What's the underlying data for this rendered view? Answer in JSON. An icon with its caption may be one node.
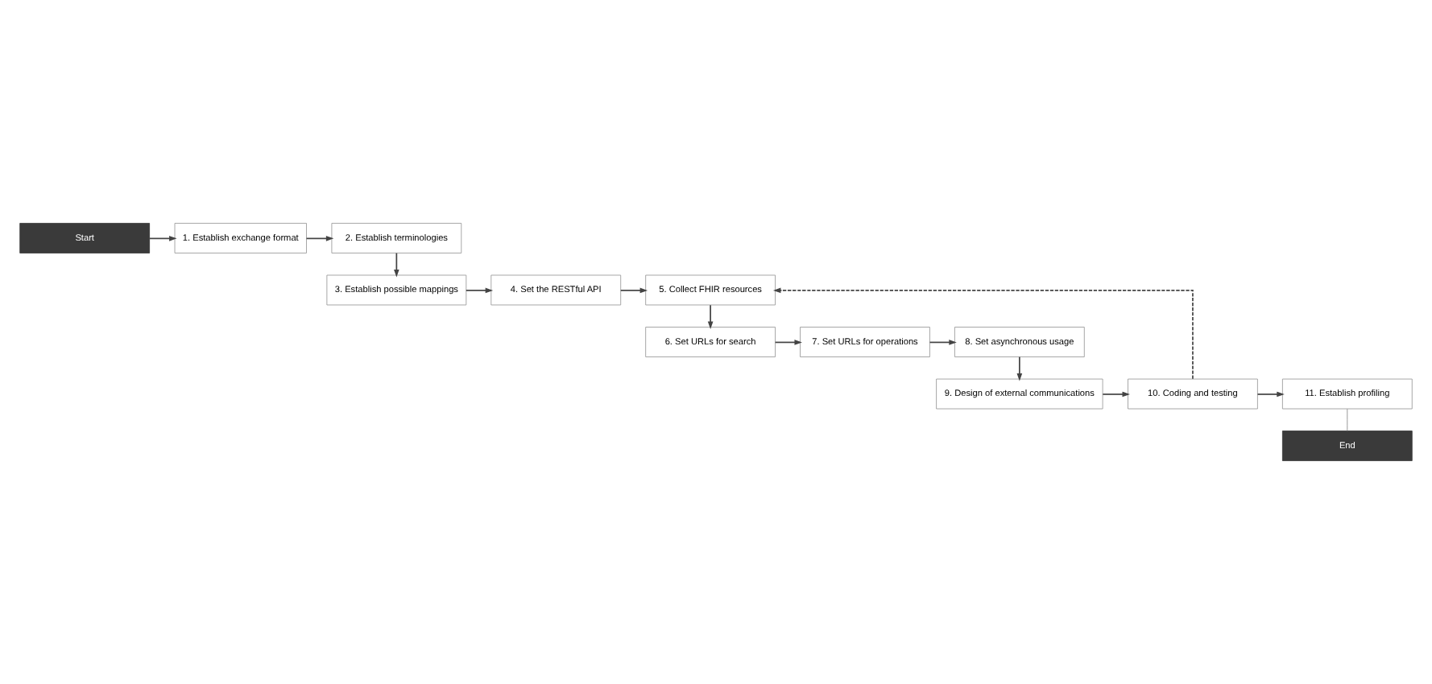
{
  "diagram": {
    "nodes": [
      {
        "text": [
          "Start"
        ]
      },
      {
        "text": [
          "1. Establish exchange format"
        ]
      },
      {
        "text": [
          "2. Establish terminologies"
        ]
      },
      {
        "text": [
          "3. Establish possible mappings"
        ]
      },
      {
        "text": [
          "4. Set the RESTful API"
        ]
      },
      {
        "text": [
          "5. Collect FHIR resources"
        ]
      },
      {
        "text": [
          "6. Set URLs for search"
        ]
      },
      {
        "text": [
          "7. Set URLs for operations"
        ]
      },
      {
        "text": [
          "8. Set asynchronous usage"
        ]
      },
      {
        "text": [
          "9. Design of external communications"
        ]
      },
      {
        "text": [
          "10. Coding and testing"
        ]
      },
      {
        "text": [
          "11. Establish profiling"
        ]
      },
      {
        "text": [
          "End"
        ]
      }
    ],
    "edges": [
      {
        "from": 0,
        "to": 1,
        "arrow": "to"
      },
      {
        "from": 1,
        "to": 2,
        "arrow": "to"
      },
      {
        "from": 2,
        "to": 3,
        "arrow": "to"
      },
      {
        "from": 3,
        "to": 4,
        "arrow": "to"
      },
      {
        "from": 4,
        "to": 5,
        "arrow": "to"
      },
      {
        "from": 5,
        "to": 6,
        "arrow": "to"
      },
      {
        "from": 6,
        "to": 7,
        "arrow": "to"
      },
      {
        "from": 7,
        "to": 8,
        "arrow": "to"
      },
      {
        "from": 8,
        "to": 9,
        "arrow": "to"
      },
      {
        "from": 9,
        "to": 10,
        "arrow": "to"
      },
      {
        "from": 10,
        "to": 11,
        "arrow": "to"
      },
      {
        "from": 11,
        "to": 12,
        "arrow": "none",
        "color": "#888888"
      },
      {
        "from": 10,
        "to": 5,
        "arrow": "to",
        "style": "dashed"
      }
    ]
  }
}
